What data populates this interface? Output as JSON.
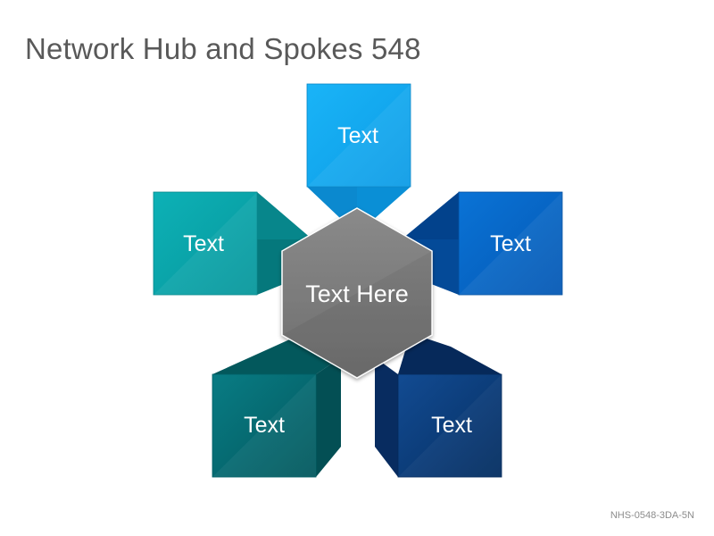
{
  "title": "Network Hub and Spokes 548",
  "hub": {
    "label": "Text Here",
    "color": "#7f7f7f"
  },
  "spokes": [
    {
      "id": "top",
      "label": "Text",
      "color": "#13a9f0"
    },
    {
      "id": "right",
      "label": "Text",
      "color": "#0868c8"
    },
    {
      "id": "bottom-right",
      "label": "Text",
      "color": "#0b3f80"
    },
    {
      "id": "bottom-left",
      "label": "Text",
      "color": "#066e76"
    },
    {
      "id": "left",
      "label": "Text",
      "color": "#0aa5ab"
    }
  ],
  "footer_code": "NHS-0548-3DA-5N"
}
